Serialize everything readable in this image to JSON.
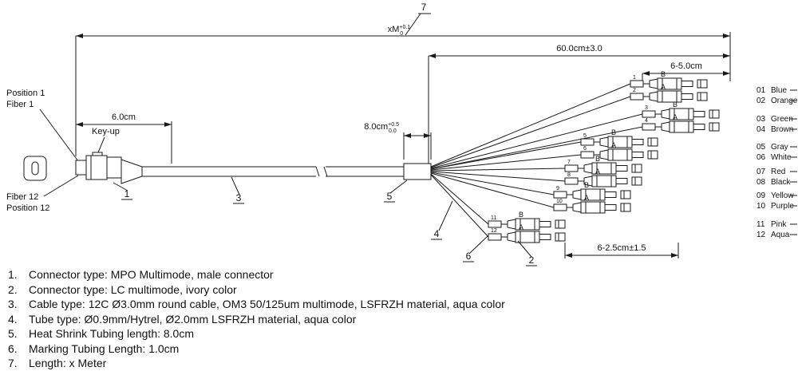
{
  "page": {
    "background": "#ffffff",
    "line_color": "#1a1a1a"
  },
  "dims": {
    "overall_value": "xM",
    "overall_tol_plus": "+0.1",
    "overall_tol_minus": "0",
    "breakout_length": "60.0cm±3.0",
    "tube_length_top": "6-5.0cm",
    "mpo_section_length": "6.0cm",
    "heatshrink_value": "8.0cm",
    "heatshrink_tol_plus": "+0.5",
    "heatshrink_tol_minus": "0.0",
    "marking_length_bottom": "6-2.5cm±1.5"
  },
  "labels": {
    "position1": "Position 1",
    "fiber1": "Fiber 1",
    "keyup": "Key-up",
    "fiber12": "Fiber 12",
    "position12": "Position 12",
    "lc_b": "B",
    "lc_a": "A"
  },
  "callouts": {
    "c1": "1",
    "c2": "2",
    "c3": "3",
    "c4": "4",
    "c5": "5",
    "c6": "6",
    "c7": "7"
  },
  "fiber_numbers": [
    "1",
    "2",
    "3",
    "4",
    "5",
    "6",
    "7",
    "8",
    "9",
    "10",
    "11",
    "12"
  ],
  "legend": [
    {
      "num": "01",
      "color": "Blue"
    },
    {
      "num": "02",
      "color": "Orange"
    },
    {
      "num": "03",
      "color": "Green"
    },
    {
      "num": "04",
      "color": "Brown"
    },
    {
      "num": "05",
      "color": "Gray"
    },
    {
      "num": "06",
      "color": "White"
    },
    {
      "num": "07",
      "color": "Red"
    },
    {
      "num": "08",
      "color": "Black"
    },
    {
      "num": "09",
      "color": "Yellow"
    },
    {
      "num": "10",
      "color": "Purple"
    },
    {
      "num": "11",
      "color": "Pink"
    },
    {
      "num": "12",
      "color": "Aqua"
    }
  ],
  "notes": [
    {
      "num": "1.",
      "text": "Connector type: MPO Multimode, male connector"
    },
    {
      "num": "2.",
      "text": "Connector type: LC multimode, ivory color"
    },
    {
      "num": "3.",
      "text": "Cable type: 12C Ø3.0mm round cable, OM3 50/125um multimode, LSFRZH material, aqua color"
    },
    {
      "num": "4.",
      "text": "Tube type: Ø0.9mm/Hytrel, Ø2.0mm LSFRZH material, aqua color"
    },
    {
      "num": "5.",
      "text": "Heat Shrink Tubing length: 8.0cm"
    },
    {
      "num": "6.",
      "text": "Marking Tubing Length: 1.0cm"
    },
    {
      "num": "7.",
      "text": "Length: x Meter"
    }
  ]
}
